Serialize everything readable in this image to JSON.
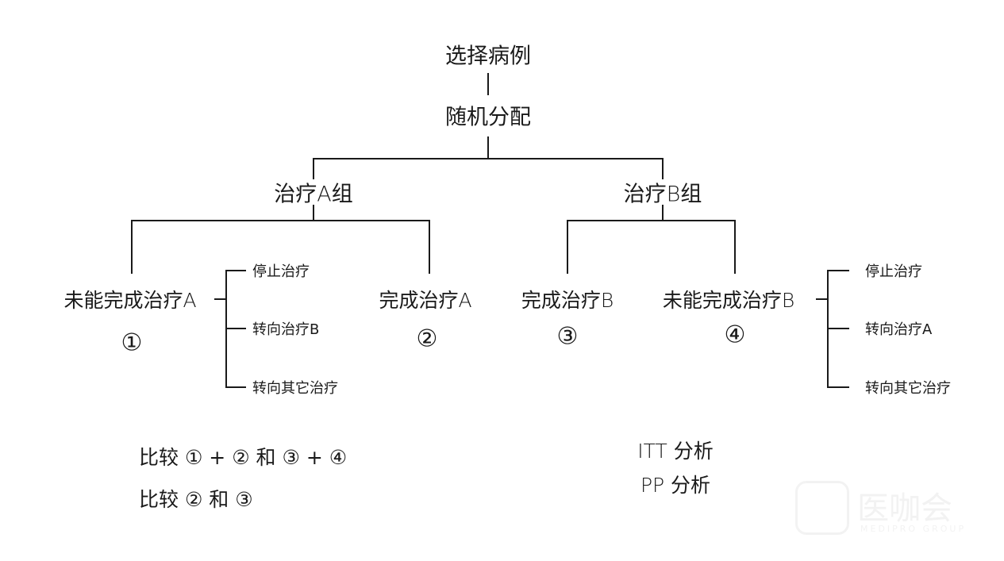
{
  "root": "选择病例",
  "randomize": "随机分配",
  "groups": {
    "a": {
      "label": "治疗A组",
      "incomplete": "未能完成治疗A",
      "incomplete_marker": "①",
      "complete": "完成治疗A",
      "complete_marker": "②",
      "outcomes": [
        "停止治疗",
        "转向治疗B",
        "转向其它治疗"
      ]
    },
    "b": {
      "label": "治疗B组",
      "complete": "完成治疗B",
      "complete_marker": "③",
      "incomplete": "未能完成治疗B",
      "incomplete_marker": "④",
      "outcomes": [
        "停止治疗",
        "转向治疗A",
        "转向其它治疗"
      ]
    }
  },
  "comparisons": [
    {
      "text": "比较 ① + ② 和 ③ + ④",
      "analysis": "ITT 分析"
    },
    {
      "text": "比较 ② 和 ③",
      "analysis": "PP 分析"
    }
  ],
  "watermark": {
    "logo_text": "医咖会",
    "subtitle": "MEDIPRO GROUP"
  }
}
